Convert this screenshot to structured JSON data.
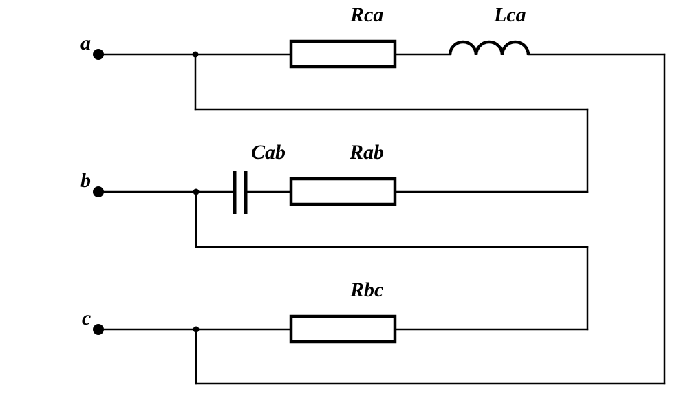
{
  "diagram": {
    "type": "electrical-circuit",
    "description": "Three-phase load connected in delta between terminals a, b, c",
    "colors": {
      "line": "#000000",
      "background": "#ffffff"
    },
    "terminals": [
      {
        "id": "a",
        "label": "a"
      },
      {
        "id": "b",
        "label": "b"
      },
      {
        "id": "c",
        "label": "c"
      }
    ],
    "components": [
      {
        "id": "Rca",
        "label": "Rca",
        "kind": "resistor",
        "branch": "a"
      },
      {
        "id": "Lca",
        "label": "Lca",
        "kind": "inductor",
        "branch": "a"
      },
      {
        "id": "Cab",
        "label": "Cab",
        "kind": "capacitor",
        "branch": "b"
      },
      {
        "id": "Rab",
        "label": "Rab",
        "kind": "resistor",
        "branch": "b"
      },
      {
        "id": "Rbc",
        "label": "Rbc",
        "kind": "resistor",
        "branch": "c"
      }
    ],
    "connections": [
      {
        "from": "a",
        "through": [
          "Rca",
          "Lca"
        ],
        "to": "c"
      },
      {
        "from": "b",
        "through": [
          "Cab",
          "Rab"
        ],
        "to": "a"
      },
      {
        "from": "c",
        "through": [
          "Rbc"
        ],
        "to": "b"
      }
    ]
  }
}
